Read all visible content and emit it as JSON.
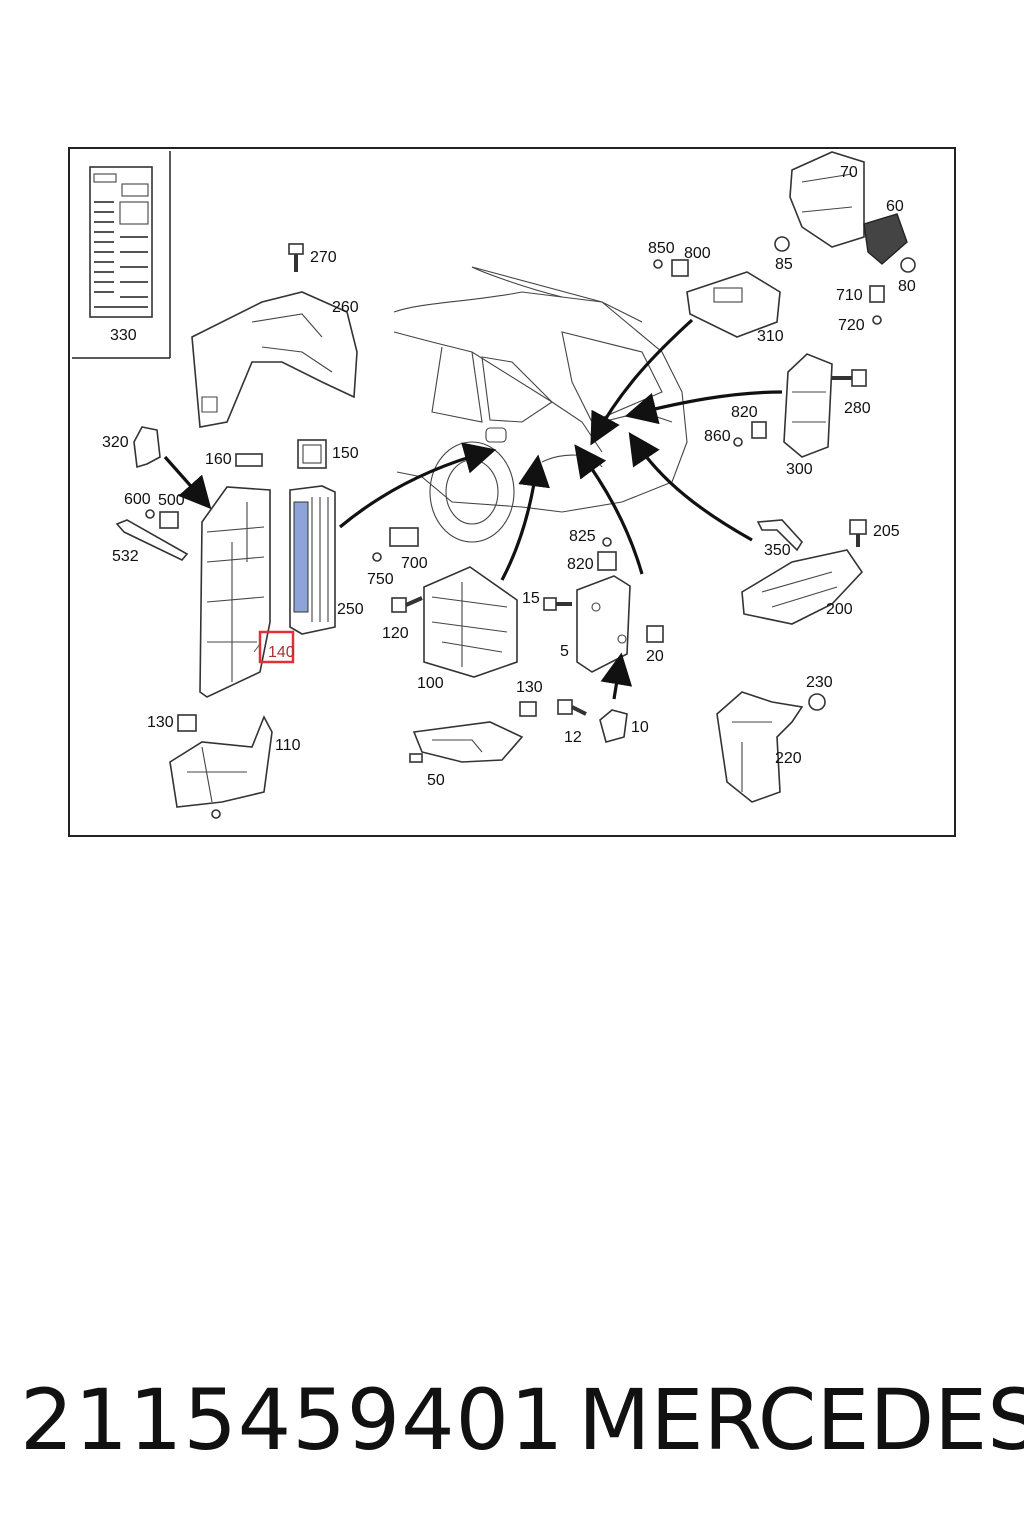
{
  "diagram": {
    "labels": {
      "l330": "330",
      "l270": "270",
      "l260": "260",
      "l320": "320",
      "l160": "160",
      "l150": "150",
      "l600": "600",
      "l500": "500",
      "l532": "532",
      "l250": "250",
      "l140": "140",
      "l130a": "130",
      "l110": "110",
      "l750": "750",
      "l700": "700",
      "l120": "120",
      "l100": "100",
      "l130b": "130",
      "l50": "50",
      "l15": "15",
      "l825": "825",
      "l820a": "820",
      "l5": "5",
      "l20": "20",
      "l12": "12",
      "l10": "10",
      "l850": "850",
      "l800": "800",
      "l310": "310",
      "l70": "70",
      "l60": "60",
      "l85": "85",
      "l710": "710",
      "l80": "80",
      "l720": "720",
      "l280": "280",
      "l820b": "820",
      "l860": "860",
      "l300": "300",
      "l205": "205",
      "l350": "350",
      "l200": "200",
      "l230": "230",
      "l220": "220"
    },
    "highlight_color": "#e0303a"
  },
  "footer": {
    "part_number": "2115459401",
    "brand": "MERCEDES"
  }
}
